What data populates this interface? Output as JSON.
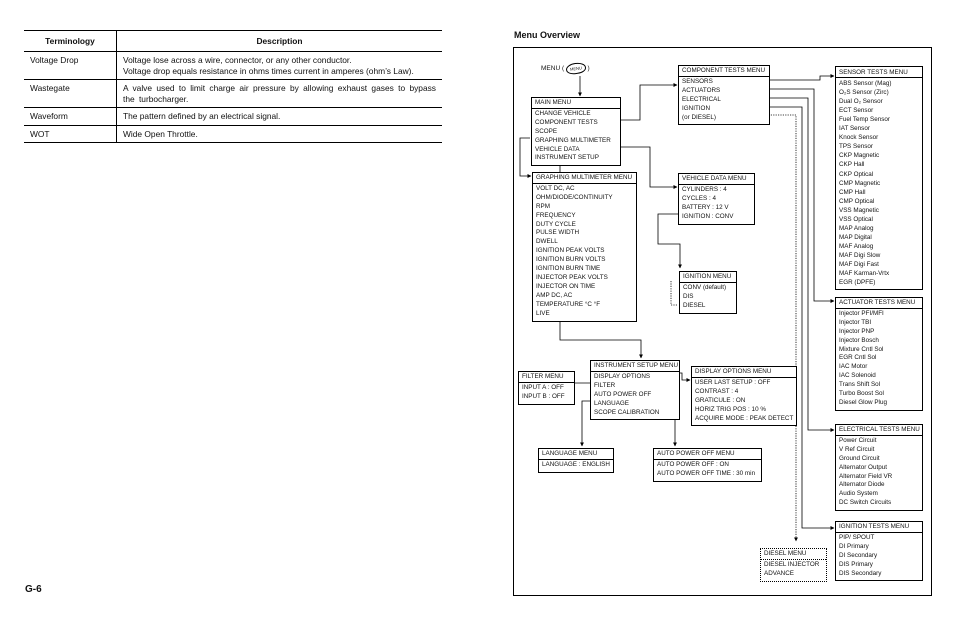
{
  "terminology": {
    "headers": [
      "Terminology",
      "Description"
    ],
    "rows": [
      {
        "term": "Voltage Drop",
        "lines": [
          "Voltage lose across a wire, connector, or any other conductor.",
          "Voltage drop equals resistance in ohms times current in amperes (ohm’s Law)."
        ]
      },
      {
        "term": "Wastegate",
        "lines": [
          "A valve used to limit charge air pressure by allowing exhaust gases to bypass the turbocharger."
        ]
      },
      {
        "term": "Waveform",
        "lines": [
          "The pattern defined by an electrical signal."
        ]
      },
      {
        "term": "WOT",
        "lines": [
          "Wide Open Throttle."
        ]
      }
    ]
  },
  "page_number": "G-6",
  "overview_title": "Menu Overview",
  "menu_key": {
    "label": "MENU (",
    "close": ")",
    "icon_text": "MENU"
  },
  "menus": {
    "main": {
      "title": "MAIN MENU",
      "items": [
        "CHANGE VEHICLE",
        "COMPONENT TESTS",
        "SCOPE",
        "GRAPHING MULTIMETER",
        "VEHICLE DATA",
        "INSTRUMENT SETUP"
      ]
    },
    "component_tests": {
      "title": "COMPONENT TESTS MENU",
      "items": [
        "SENSORS",
        "ACTUATORS",
        "ELECTRICAL",
        "IGNITION",
        "(or DIESEL)"
      ]
    },
    "sensor_tests": {
      "title": "SENSOR TESTS MENU",
      "items": [
        "ABS Sensor (Mag)",
        "O₂S Sensor (Zirc)",
        "Dual O₂ Sensor",
        "ECT Sensor",
        "Fuel Temp Sensor",
        "IAT Sensor",
        "Knock Sensor",
        "TPS Sensor",
        "CKP Magnetic",
        "CKP Hall",
        "CKP Optical",
        "CMP Magnetic",
        "CMP Hall",
        "CMP Optical",
        "VSS Magnetic",
        "VSS Optical",
        "MAP Analog",
        "MAP Digital",
        "MAF Analog",
        "MAF Digi Slow",
        "MAF Digi Fast",
        "MAF Karman-Vrtx",
        "EGR (DPFE)"
      ]
    },
    "graphing_multimeter": {
      "title": "GRAPHING MULTIMETER MENU",
      "items": [
        "VOLT DC, AC",
        "OHM/DIODE/CONTINUITY",
        "RPM",
        "FREQUENCY",
        "DUTY CYCLE",
        "PULSE WIDTH",
        "DWELL",
        "IGNITION PEAK VOLTS",
        "IGNITION BURN VOLTS",
        "IGNITION BURN TIME",
        "INJECTOR PEAK VOLTS",
        "INJECTOR ON TIME",
        "AMP DC, AC",
        "TEMPERATURE °C °F",
        "LIVE"
      ]
    },
    "vehicle_data": {
      "title": "VEHICLE DATA MENU",
      "items": [
        "CYLINDERS   :  4",
        "CYCLES        :  4",
        "BATTERY      :  12 V",
        "IGNITION      :  CONV"
      ]
    },
    "ignition": {
      "title": "IGNITION MENU",
      "items": [
        "CONV (default)",
        "DIS",
        "DIESEL"
      ]
    },
    "actuator_tests": {
      "title": "ACTUATOR TESTS MENU",
      "items": [
        "Injector PFI/MFI",
        "Injector TBI",
        "Injector PNP",
        "Injector Bosch",
        "Mixture Cntl Sol",
        "EGR Cntl Sol",
        "IAC Motor",
        "IAC Solenoid",
        "Trans Shift Sol",
        "Turbo Boost Sol",
        "Diesel Glow Plug"
      ]
    },
    "instrument_setup": {
      "title": "INSTRUMENT SETUP MENU",
      "items": [
        "DISPLAY OPTIONS",
        "FILTER",
        "AUTO POWER OFF",
        "LANGUAGE",
        "SCOPE CALIBRATION"
      ]
    },
    "filter": {
      "title": "FILTER MENU",
      "items": [
        "INPUT A   :  OFF",
        "INPUT B   :  OFF"
      ]
    },
    "display_options": {
      "title": "DISPLAY OPTIONS MENU",
      "items": [
        "USER LAST SETUP : OFF",
        "CONTRAST : 4",
        "GRATICULE : ON",
        "HORIZ TRIG  POS : 10 %",
        "ACQUIRE MODE : PEAK DETECT"
      ]
    },
    "electrical_tests": {
      "title": "ELECTRICAL TESTS MENU",
      "items": [
        "Power Circuit",
        "V Ref Circuit",
        "Ground Circuit",
        "Alternator Output",
        "Alternator Field VR",
        "Alternator Diode",
        "Audio System",
        "DC Switch Circuits"
      ]
    },
    "language": {
      "title": "LANGUAGE MENU",
      "items": [
        "LANGUAGE : ENGLISH"
      ]
    },
    "auto_power_off": {
      "title": "AUTO POWER OFF MENU",
      "items": [
        "AUTO POWER OFF : ON",
        "AUTO POWER OFF TIME : 30 min"
      ]
    },
    "ignition_tests": {
      "title": "IGNITION TESTS MENU",
      "items": [
        "PIP/ SPOUT",
        "DI Primary",
        "DI Secondary",
        "DIS Primary",
        "DIS Secondary"
      ]
    },
    "diesel": {
      "title": "DIESEL MENU",
      "items": [
        "DIESEL INJECTOR",
        "ADVANCE"
      ]
    }
  }
}
